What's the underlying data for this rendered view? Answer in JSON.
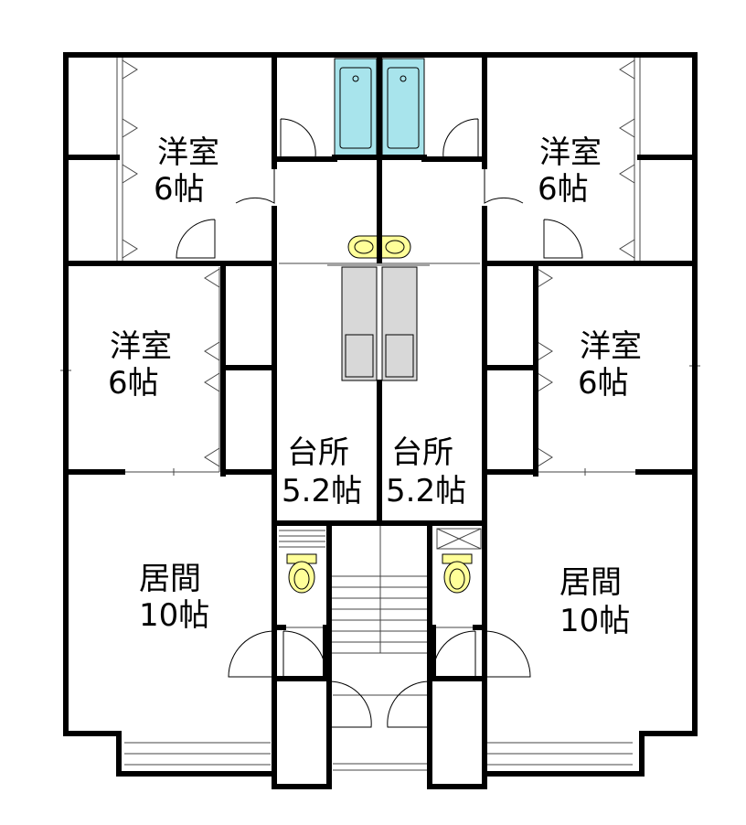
{
  "rooms": [
    {
      "id": "room-western-top-left",
      "name": "洋室",
      "size": "6帖"
    },
    {
      "id": "room-western-top-right",
      "name": "洋室",
      "size": "6帖"
    },
    {
      "id": "room-western-mid-left",
      "name": "洋室",
      "size": "6帖"
    },
    {
      "id": "room-western-mid-right",
      "name": "洋室",
      "size": "6帖"
    },
    {
      "id": "room-kitchen-left",
      "name": "台所",
      "size": "5.2帖"
    },
    {
      "id": "room-kitchen-right",
      "name": "台所",
      "size": "5.2帖"
    },
    {
      "id": "room-living-left",
      "name": "居間",
      "size": "10帖"
    },
    {
      "id": "room-living-right",
      "name": "居間",
      "size": "10帖"
    }
  ],
  "colors": {
    "wall": "#000000",
    "bathtub": "#a8e4ec",
    "toilet": "#ffff99",
    "counter": "#d8d8d8",
    "line": "#444444"
  }
}
